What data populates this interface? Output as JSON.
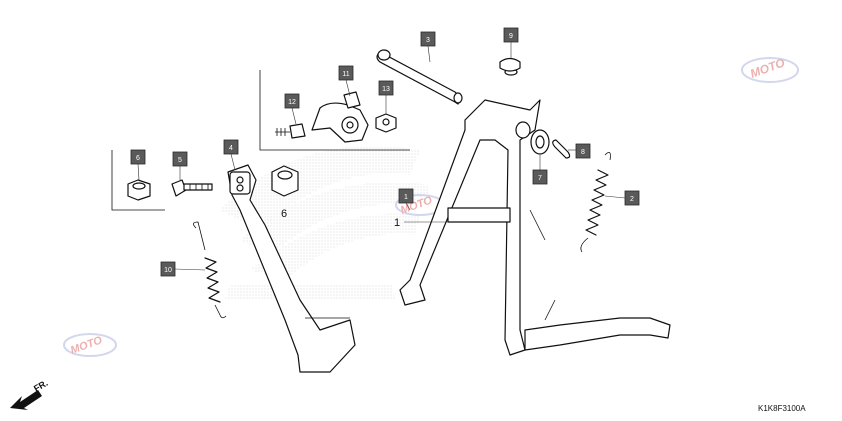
{
  "diagram_code": "K1K8F3100A",
  "direction_label": "FR.",
  "watermark": {
    "brand": "MOTO",
    "color": "#d8d8e8",
    "accent": "#e06060"
  },
  "callouts": {
    "c1": "1",
    "c2": "2",
    "c3": "3",
    "c4": "4",
    "c5": "5",
    "c6": "6",
    "c7": "7",
    "c8": "8",
    "c9": "9",
    "c10": "10",
    "c11": "11",
    "c12": "12",
    "c13": "13"
  },
  "plain_labels": {
    "p1": "1",
    "p6": "6"
  },
  "colors": {
    "callout_fill": "#5a5a5a",
    "line": "#111111"
  }
}
